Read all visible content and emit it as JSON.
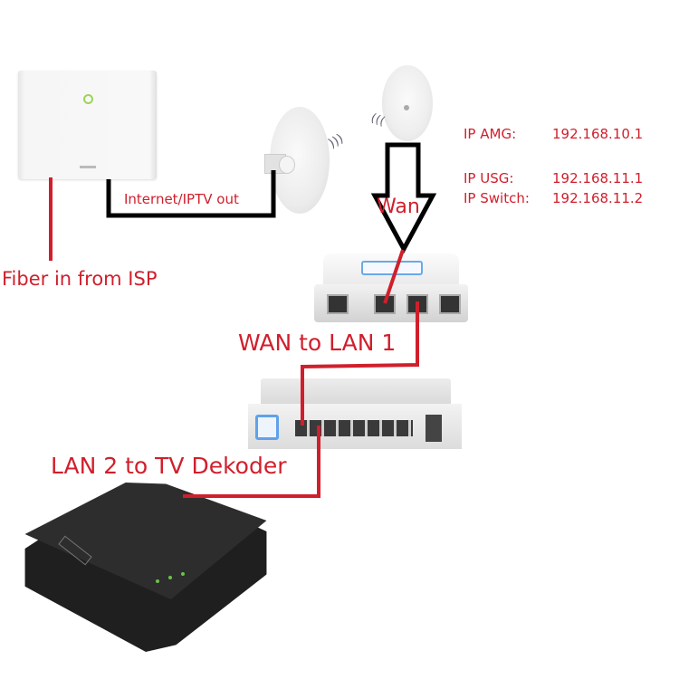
{
  "diagram": {
    "devices": [
      {
        "id": "isp-modem",
        "label": "ISP Fiber Modem"
      },
      {
        "id": "wireless-bridge-tx",
        "label": "Wireless Bridge (transmit)"
      },
      {
        "id": "wireless-bridge-rx",
        "label": "Wireless Bridge (receive)"
      },
      {
        "id": "usg",
        "label": "USG Router"
      },
      {
        "id": "switch",
        "label": "Switch"
      },
      {
        "id": "tv-decoder",
        "label": "TV Decoder"
      }
    ],
    "labels": {
      "fiber_in": "Fiber in from ISP",
      "internet_out": "Internet/IPTV out",
      "wan": "Wan",
      "wan_to_lan": "WAN to LAN 1",
      "lan2_tv": "LAN 2 to TV Dekoder"
    },
    "ip_table": [
      {
        "name": "IP AMG:",
        "ip": "192.168.10.1"
      },
      {
        "name": "IP USG:",
        "ip": "192.168.11.1"
      },
      {
        "name": "IP Switch:",
        "ip": "192.168.11.2"
      }
    ],
    "colors": {
      "red": "#d01f2c",
      "black": "#000000"
    }
  }
}
